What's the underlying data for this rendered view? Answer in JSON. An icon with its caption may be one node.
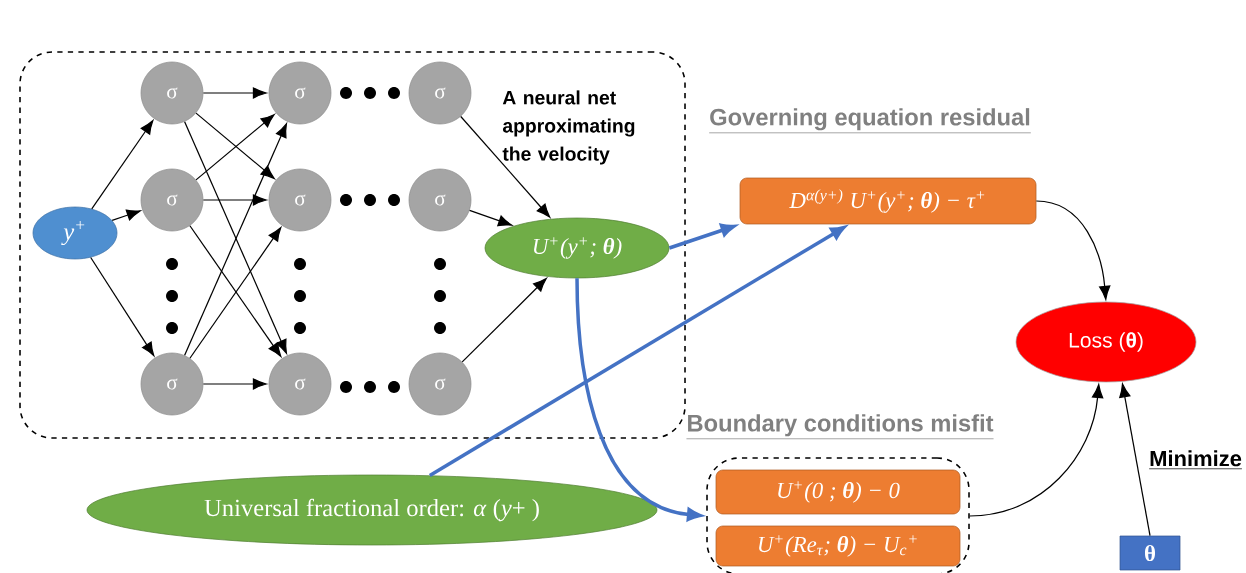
{
  "diagram": {
    "nodes": [
      {
        "text": [
          "A neural net approximating the velocity"
        ]
      },
      {
        "text": [
          "y$^{+}$"
        ],
        "in": 0
      },
      {
        "text": [
          "σ"
        ],
        "in": 0
      },
      {
        "text": [
          "σ"
        ],
        "in": 0
      },
      {
        "text": [
          "σ"
        ],
        "in": 0
      },
      {
        "text": [
          "σ"
        ],
        "in": 0
      },
      {
        "text": [
          "σ"
        ],
        "in": 0
      },
      {
        "text": [
          "σ"
        ],
        "in": 0
      },
      {
        "text": [
          "σ"
        ],
        "in": 0
      },
      {
        "text": [
          "σ"
        ],
        "in": 0
      },
      {
        "text": [
          "σ"
        ],
        "in": 0
      },
      {
        "text": [
          "U$^{+}$(y$^{+}$; **θ**)"
        ],
        "in": 0
      },
      {
        "text": [
          "Governing equation residual",
          "D$^{α(y+)}$ U$^{+}$(y$^{+}$; **θ**) − τ$^{+}$"
        ]
      },
      {
        "text": [
          "Boundary conditions misfit"
        ]
      },
      {
        "text": [
          "U$^{+}$(0 ; **θ**) − 0"
        ],
        "in": 13
      },
      {
        "text": [
          "U$^{+}$(Re$_{τ}$; **θ**) − U$_{c}$$^{+}$"
        ],
        "in": 13
      },
      {
        "text": [
          "Loss (**θ**)"
        ]
      },
      {
        "text": [
          "**θ**"
        ]
      },
      {
        "text": [
          "Universal fractional order: *α* (*y*+ )"
        ]
      }
    ],
    "edges": [
      {
        "from": 1,
        "to": 2,
        "arrow": "to"
      },
      {
        "from": 1,
        "to": 5,
        "arrow": "to"
      },
      {
        "from": 1,
        "to": 8,
        "arrow": "to"
      },
      {
        "from": 2,
        "to": 3,
        "arrow": "to"
      },
      {
        "from": 2,
        "to": 6,
        "arrow": "to"
      },
      {
        "from": 2,
        "to": 9,
        "arrow": "to"
      },
      {
        "from": 5,
        "to": 3,
        "arrow": "to"
      },
      {
        "from": 5,
        "to": 6,
        "arrow": "to"
      },
      {
        "from": 5,
        "to": 9,
        "arrow": "to"
      },
      {
        "from": 8,
        "to": 3,
        "arrow": "to"
      },
      {
        "from": 8,
        "to": 6,
        "arrow": "to"
      },
      {
        "from": 8,
        "to": 9,
        "arrow": "to"
      },
      {
        "from": 4,
        "to": 11,
        "arrow": "to"
      },
      {
        "from": 7,
        "to": 11,
        "arrow": "to"
      },
      {
        "from": 10,
        "to": 11,
        "arrow": "to"
      },
      {
        "from": 11,
        "to": 12,
        "arrow": "to",
        "style": "thick",
        "color": "#4472c4"
      },
      {
        "from": 18,
        "to": 12,
        "arrow": "to",
        "style": "thick",
        "color": "#4472c4"
      },
      {
        "from": 11,
        "to": 13,
        "arrow": "to",
        "style": "thick",
        "color": "#4472c4"
      },
      {
        "from": 12,
        "to": 16,
        "arrow": "to"
      },
      {
        "from": 13,
        "to": 16,
        "arrow": "to"
      },
      {
        "from": 17,
        "to": 16,
        "arrow": "to"
      }
    ],
    "labels": [
      "Minimize"
    ]
  }
}
